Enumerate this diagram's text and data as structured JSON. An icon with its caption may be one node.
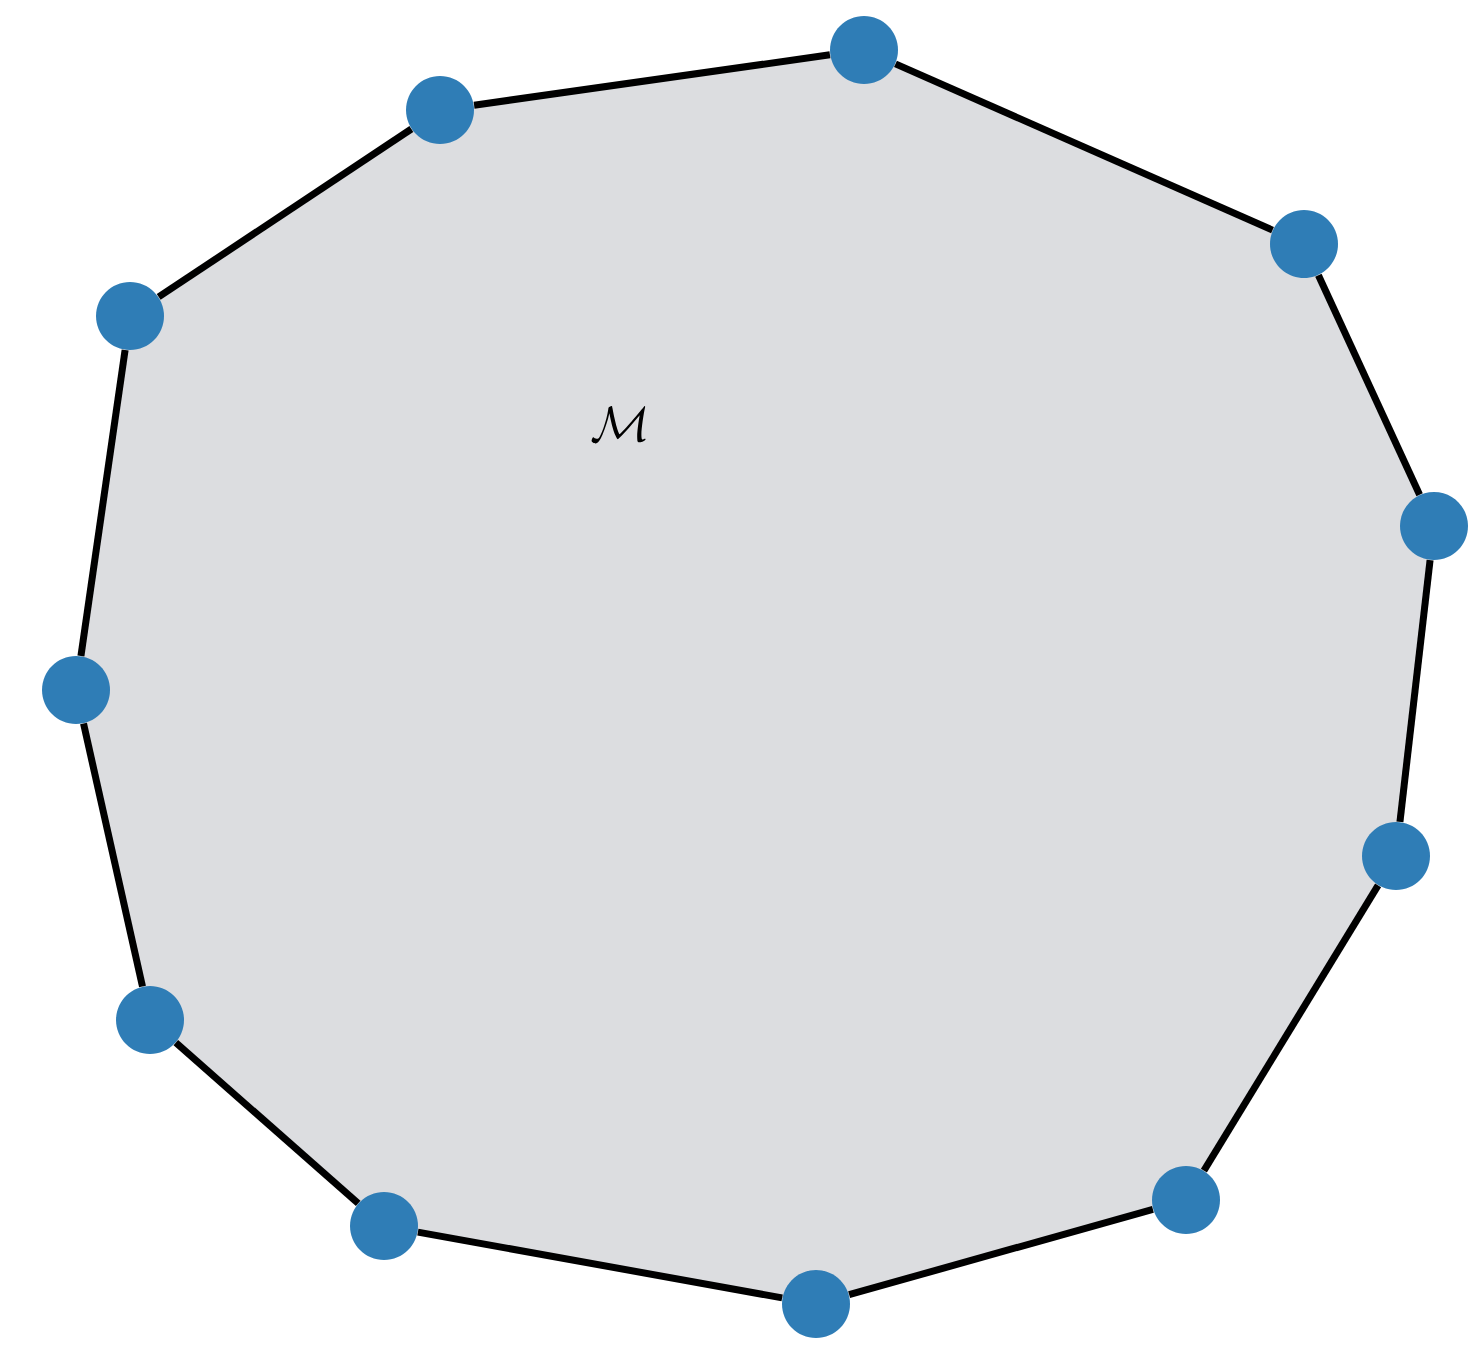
{
  "diagram": {
    "nodes": [
      {
        "text": [],
        "shape": "circle"
      },
      {
        "text": [],
        "shape": "circle"
      },
      {
        "text": [],
        "shape": "circle"
      },
      {
        "text": [],
        "shape": "circle"
      },
      {
        "text": [],
        "shape": "circle"
      },
      {
        "text": [],
        "shape": "circle"
      },
      {
        "text": [],
        "shape": "circle"
      },
      {
        "text": [],
        "shape": "circle"
      },
      {
        "text": [],
        "shape": "circle"
      },
      {
        "text": [],
        "shape": "circle"
      },
      {
        "text": [],
        "shape": "circle"
      }
    ],
    "edges": [
      {
        "from": 4,
        "to": 6,
        "arrow": "none"
      },
      {
        "from": 6,
        "to": 8,
        "arrow": "none"
      },
      {
        "from": 8,
        "to": 10,
        "arrow": "none"
      },
      {
        "from": 10,
        "to": 9,
        "arrow": "none"
      },
      {
        "from": 9,
        "to": 7,
        "arrow": "none"
      },
      {
        "from": 7,
        "to": 5,
        "arrow": "none"
      },
      {
        "from": 5,
        "to": 3,
        "arrow": "none"
      },
      {
        "from": 3,
        "to": 2,
        "arrow": "none"
      },
      {
        "from": 2,
        "to": 0,
        "arrow": "none"
      },
      {
        "from": 0,
        "to": 1,
        "arrow": "none"
      },
      {
        "from": 1,
        "to": 4,
        "arrow": "none"
      }
    ],
    "labels": [
      "\\mathcal{M}"
    ]
  }
}
